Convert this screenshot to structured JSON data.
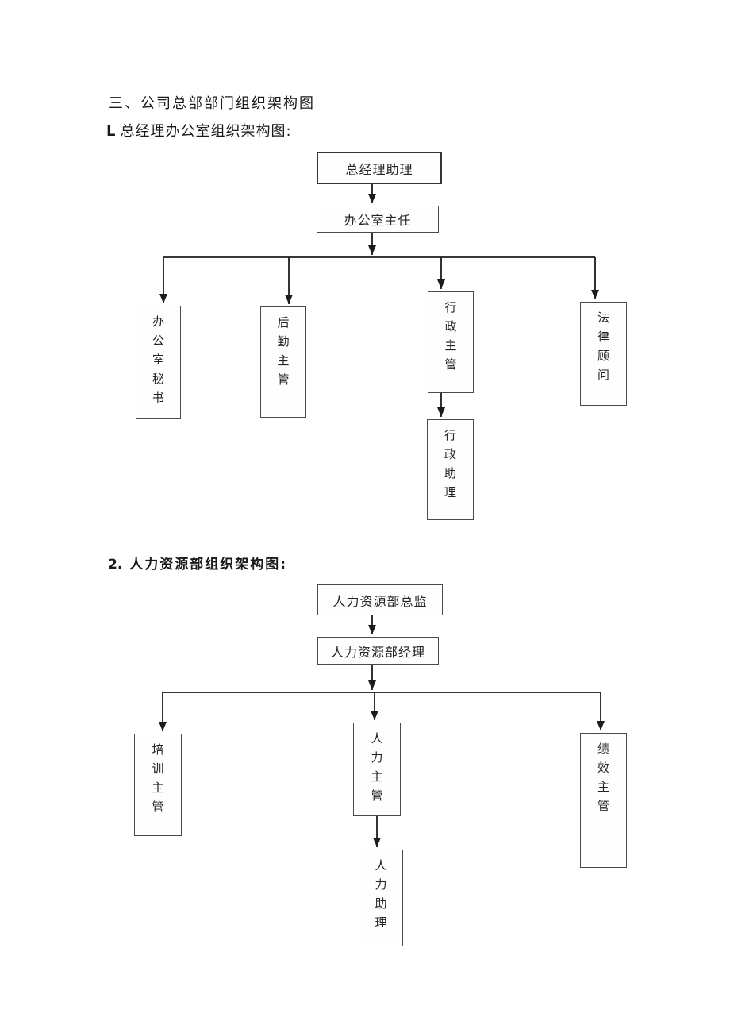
{
  "page": {
    "heading_main": "三、公司总部部门组织架构图",
    "section1": {
      "prefix": "L",
      "title": "总经理办公室组织架构图:"
    },
    "section2": {
      "prefix": "2.",
      "title": "人力资源部组织架构图:"
    }
  },
  "colors": {
    "line": "#1c1c1c",
    "box_border": "#4a4a4a",
    "text": "#242424",
    "background": "#ffffff"
  },
  "chart1": {
    "name": "总经理办公室组织架构图",
    "nodes": {
      "gm_assistant": "总经理助理",
      "office_director": "办公室主任",
      "office_secretary": "办公室秘书",
      "logistics_supervisor": "后勤主管",
      "admin_supervisor": "行政主管",
      "legal_counsel": "法律顾问",
      "admin_assistant": "行政助理"
    },
    "edges": [
      [
        "gm_assistant",
        "office_director"
      ],
      [
        "office_director",
        "office_secretary"
      ],
      [
        "office_director",
        "logistics_supervisor"
      ],
      [
        "office_director",
        "admin_supervisor"
      ],
      [
        "office_director",
        "legal_counsel"
      ],
      [
        "admin_supervisor",
        "admin_assistant"
      ]
    ]
  },
  "chart2": {
    "name": "人力资源部组织架构图",
    "nodes": {
      "hr_director": "人力资源部总监",
      "hr_manager": "人力资源部经理",
      "training_supervisor": "培训主管",
      "hr_supervisor": "人力主管",
      "performance_supervisor": "绩效主管",
      "hr_assistant": "人力助理"
    },
    "edges": [
      [
        "hr_director",
        "hr_manager"
      ],
      [
        "hr_manager",
        "training_supervisor"
      ],
      [
        "hr_manager",
        "hr_supervisor"
      ],
      [
        "hr_manager",
        "performance_supervisor"
      ],
      [
        "hr_supervisor",
        "hr_assistant"
      ]
    ]
  }
}
